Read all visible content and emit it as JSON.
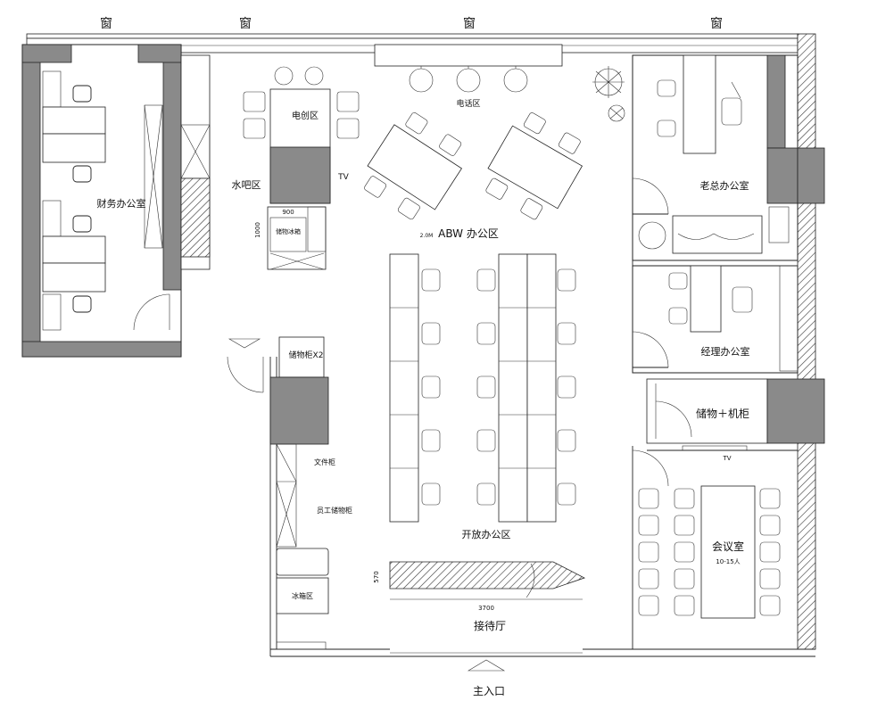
{
  "windows": [
    "窗",
    "窗",
    "窗",
    "窗"
  ],
  "rooms": {
    "finance": "财务办公室",
    "water_bar": "水吧区",
    "power_zone": "电创区",
    "tv_label": "TV",
    "phone_zone": "电话区",
    "abw": "ABW 办公区",
    "boss": "老总办公室",
    "manager": "经理办公室",
    "storage_server": "储物＋机柜",
    "meeting": "会议室",
    "meeting_capacity": "10-15人",
    "meeting_tv": "TV",
    "open_office": "开放办公区",
    "reception": "接待厅",
    "entrance": "主入口",
    "storage_x2": "储物柜X2",
    "file_cabinet": "文件柜",
    "staff_lockers": "员工储物柜",
    "pantry": "冰箱区"
  },
  "dimensions": {
    "width_900": "900",
    "height_1000": "1000",
    "counter_fridge": "储物冰箱",
    "desk_length": "3700",
    "desk_depth": "570",
    "abw_small": "2.0M"
  }
}
